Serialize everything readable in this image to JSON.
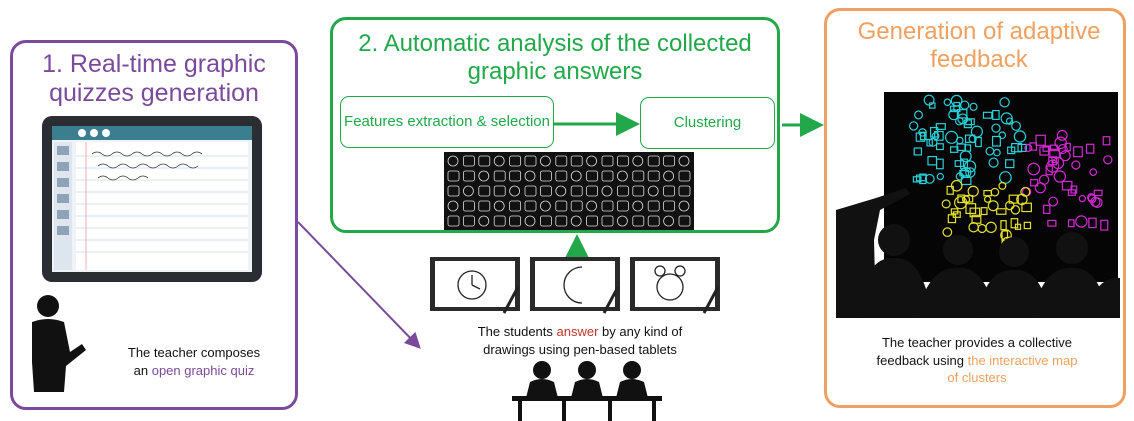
{
  "panel1": {
    "title": "1. Real-time graphic quizzes generation",
    "caption_line1": "The teacher composes",
    "caption_prefix": "an ",
    "caption_highlight": "open graphic quiz"
  },
  "panel2": {
    "title": "2. Automatic analysis of the collected graphic answers",
    "box_features": "Features extraction & selection",
    "box_clustering": "Clustering"
  },
  "students": {
    "caption_prefix": "The students ",
    "caption_highlight": "answer",
    "caption_suffix": " by any kind of",
    "caption_line2": "drawings using pen-based tablets"
  },
  "panel3": {
    "title": "Generation of adaptive feedback",
    "caption_line1": "The teacher provides a collective",
    "caption_prefix": "feedback using ",
    "caption_highlight_1": "the interactive map",
    "caption_highlight_2": "of clusters"
  },
  "colors": {
    "purple": "#7a4a9c",
    "green": "#22a84a",
    "orange": "#f0a060",
    "red": "#c0392b"
  }
}
